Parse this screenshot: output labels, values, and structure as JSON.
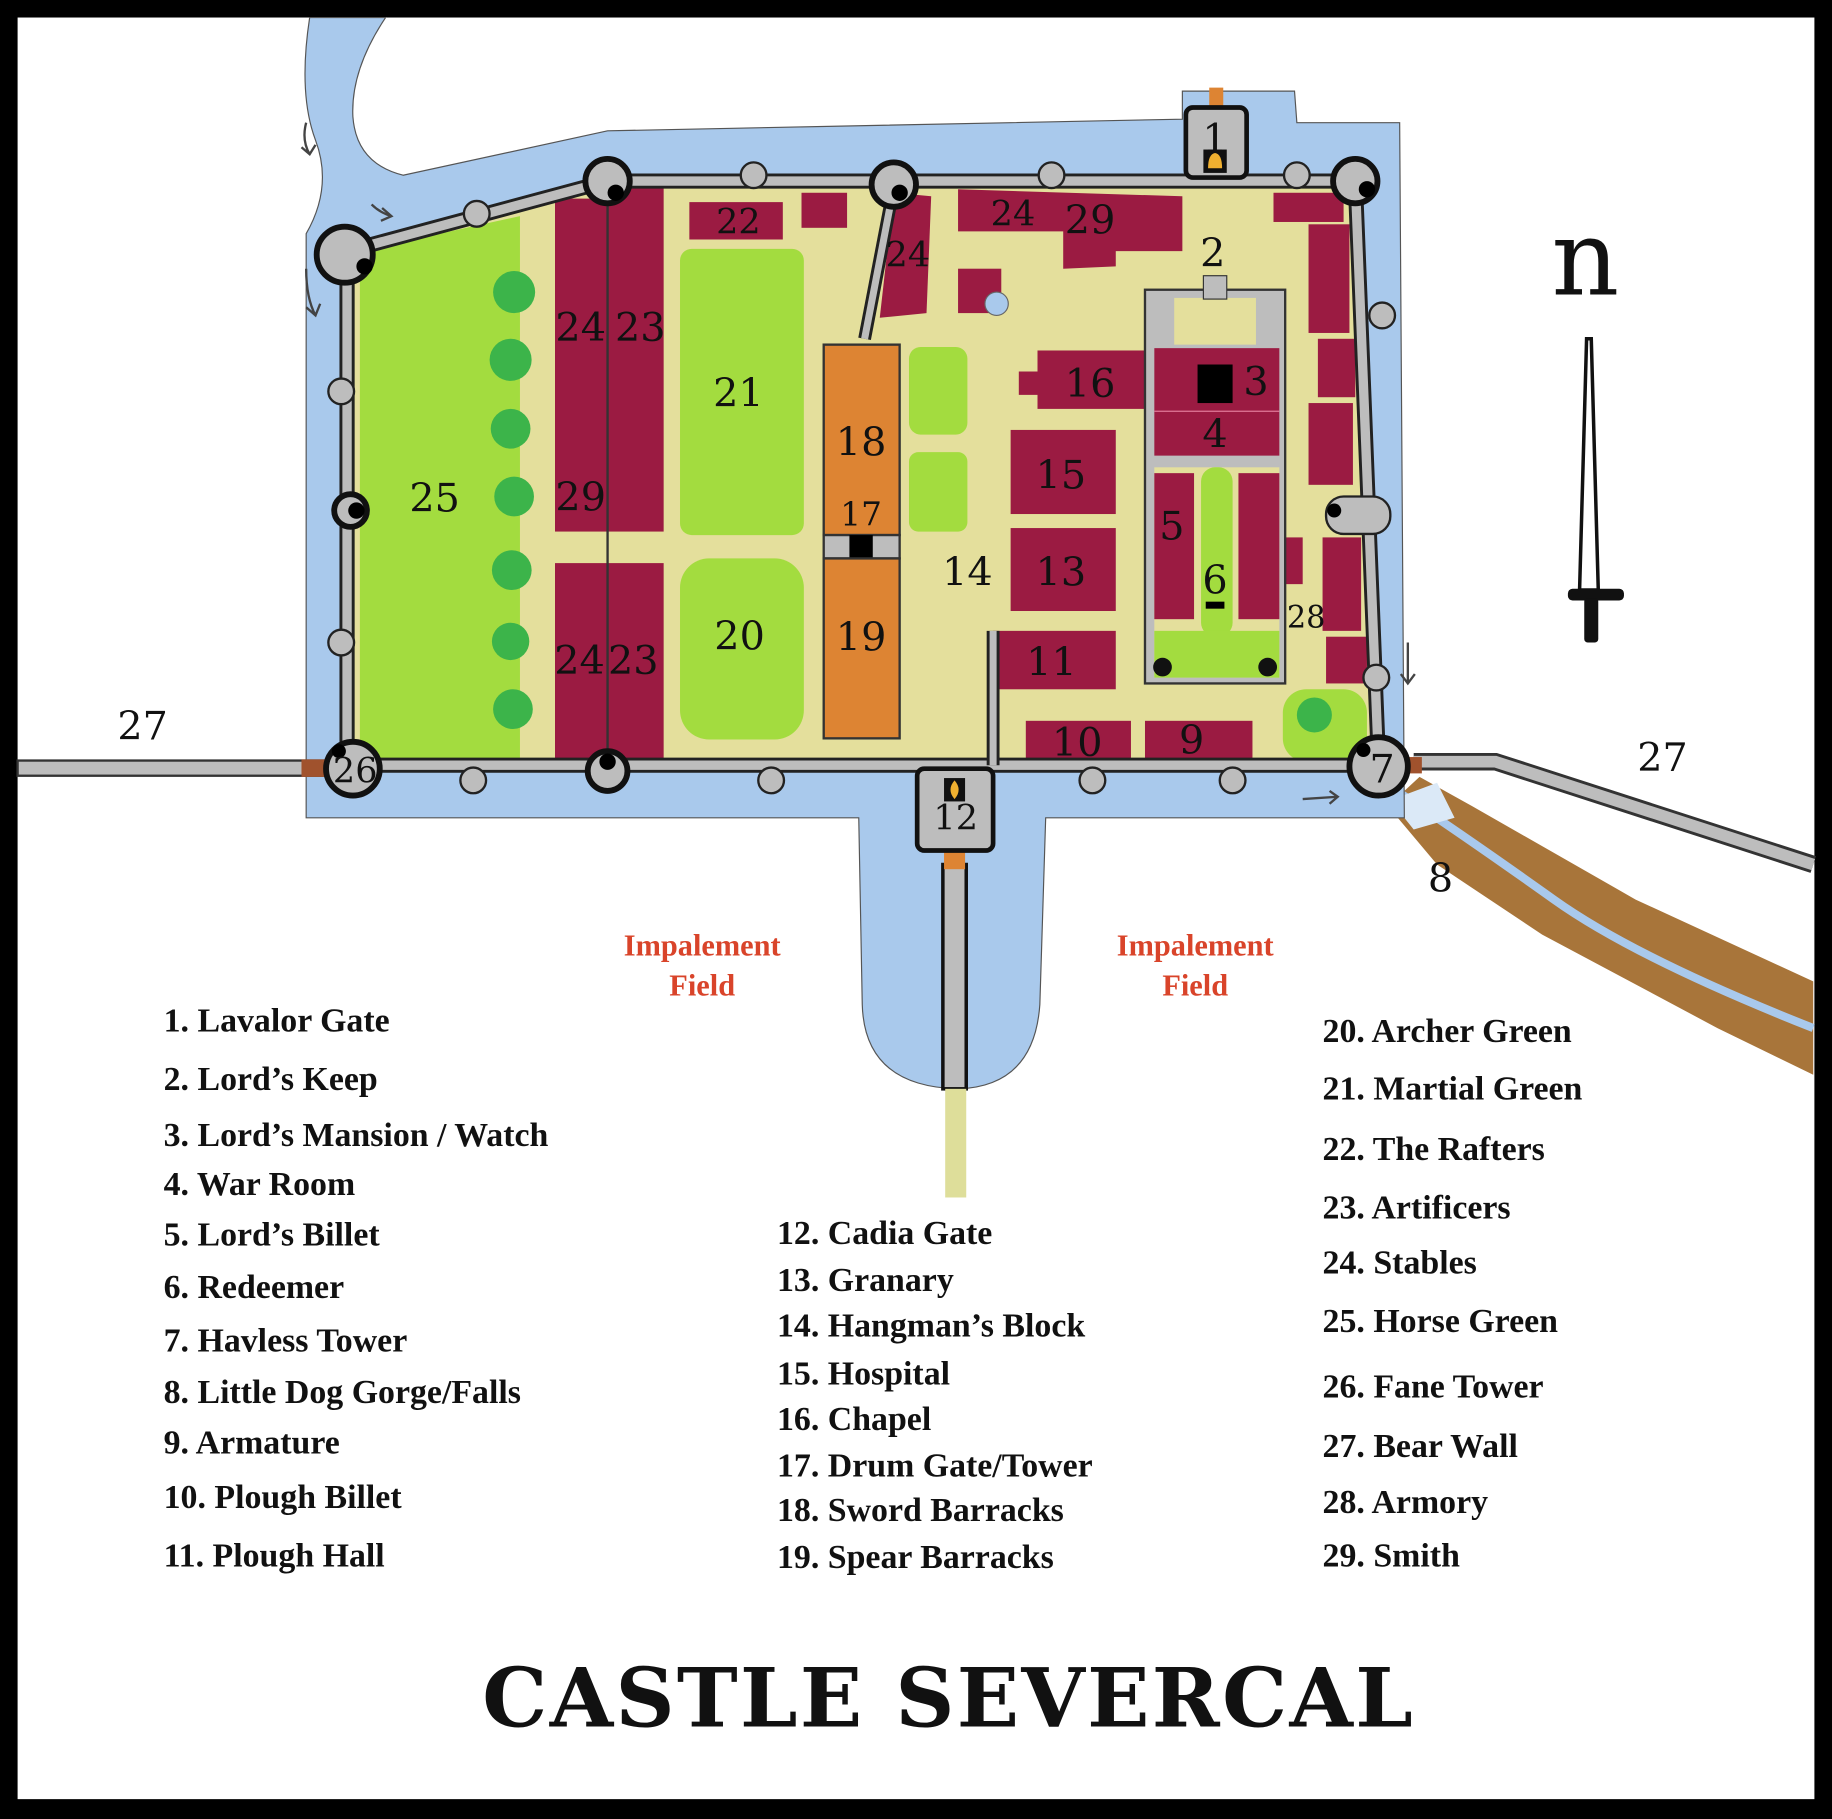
{
  "title": "CASTLE SEVERCAL",
  "compass": {
    "label": "n"
  },
  "impalement_field": [
    {
      "line1": "Impalement",
      "line2": "Field"
    },
    {
      "line1": "Impalement",
      "line2": "Field"
    }
  ],
  "map_labels": [
    "1",
    "2",
    "3",
    "4",
    "5",
    "6",
    "7",
    "8",
    "9",
    "10",
    "11",
    "12",
    "13",
    "14",
    "15",
    "16",
    "17",
    "18",
    "19",
    "20",
    "21",
    "22",
    "23",
    "23",
    "24",
    "24",
    "24",
    "24",
    "25",
    "26",
    "27",
    "27",
    "28",
    "29",
    "29"
  ],
  "legend": {
    "column1": [
      "1. Lavalor Gate",
      "2. Lord’s Keep",
      "3. Lord’s Mansion / Watch",
      "4. War Room",
      "5. Lord’s Billet",
      "6. Redeemer",
      "7. Havless Tower",
      "8. Little Dog Gorge/Falls",
      "9. Armature",
      "10. Plough Billet",
      "11. Plough Hall"
    ],
    "column2": [
      "12. Cadia Gate",
      "13. Granary",
      "14. Hangman’s Block",
      "15. Hospital",
      "16. Chapel",
      "17. Drum Gate/Tower",
      "18. Sword Barracks",
      "19. Spear Barracks"
    ],
    "column3": [
      "20. Archer Green",
      "21. Martial Green",
      "22. The Rafters",
      "23. Artificers",
      "24. Stables",
      "25. Horse Green",
      "26. Fane Tower",
      "27. Bear Wall",
      "28. Armory",
      "29. Smith"
    ]
  },
  "colors": {
    "water": "#a9c9ec",
    "courtyard": "#e4df9c",
    "building": "#9b1b42",
    "barracks": "#dd8433",
    "green": "#a3dc3f",
    "tree": "#3cb44a",
    "wall": "#bdbdbd",
    "gorge": "#a8753a",
    "label_red": "#d9442a"
  }
}
